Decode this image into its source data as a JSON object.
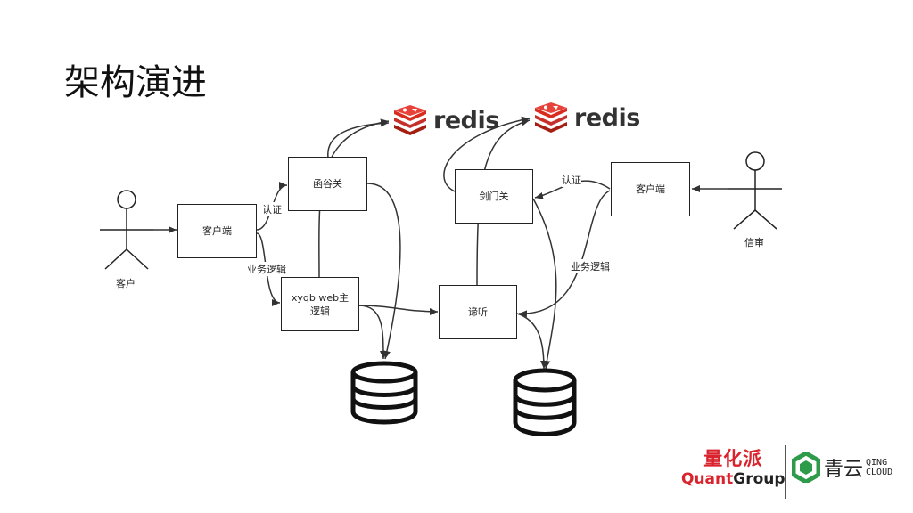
{
  "title": "架构演进",
  "actors": {
    "customer": "客户",
    "reviewer": "信审"
  },
  "boxes": {
    "client_left": "客户端",
    "hangu_pass": "函谷关",
    "xyqb_main": "xyqb web主逻辑",
    "jianmen_pass": "剑门关",
    "client_right": "客户端",
    "dike": "谛听"
  },
  "edge_labels": {
    "auth_left": "认证",
    "biz_left": "业务逻辑",
    "auth_right": "认证",
    "biz_right": "业务逻辑"
  },
  "redis": {
    "left": "redis",
    "right": "redis"
  },
  "logos": {
    "quant_cn": "量化派",
    "quant_en_a": "Quant",
    "quant_en_b": "Group",
    "qing_cn": "青云",
    "qing_en_1": "QING",
    "qing_en_2": "CLOUD"
  },
  "colors": {
    "redis_red": "#d82c20",
    "quant_red": "#d9232d",
    "qingcloud_green": "#2e9b4a"
  }
}
